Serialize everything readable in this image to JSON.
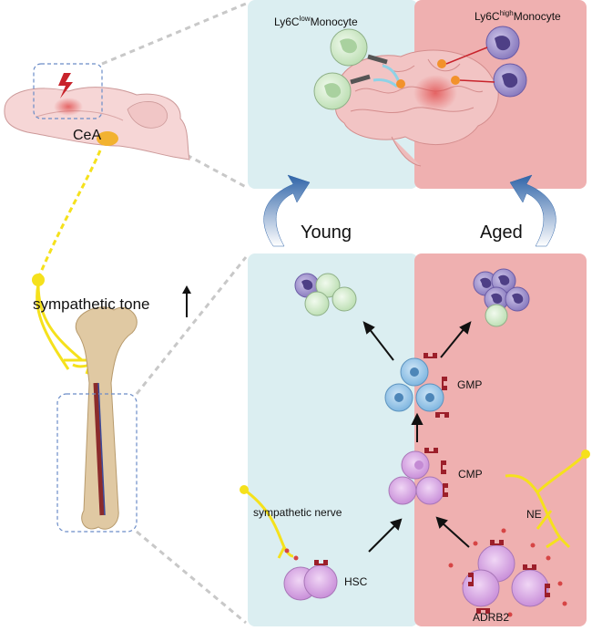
{
  "labels": {
    "ly6c_low_prefix": "Ly6C",
    "ly6c_low_sup": "low",
    "ly6c_low_suffix": "Monocyte",
    "ly6c_high_prefix": "Ly6C",
    "ly6c_high_sup": "high",
    "ly6c_high_suffix": "Monocyte",
    "cea": "CeA",
    "young": "Young",
    "aged": "Aged",
    "sympathetic_tone": "sympathetic tone",
    "sympathetic_tone_arrow": "↑",
    "gmp": "GMP",
    "cmp": "CMP",
    "hsc": "HSC",
    "sympathetic_nerve": "sympathetic nerve",
    "ne": "NE",
    "adrb2": "ADRB2"
  },
  "colors": {
    "young_panel": "#dbeef1",
    "aged_panel": "#efb0b0",
    "nerve": "#f5e11c",
    "progenitor_purple": "#d9a6e3",
    "gmp_blue": "#8fc3e8",
    "receptor_red": "#9c1f2a",
    "arrow_blue": "#2f64a8",
    "monocyte_green": "#d6ecd0",
    "monocyte_purple": "#9585c4",
    "brain_pink": "#f2c4c4",
    "bone_tan": "#e0c9a3",
    "cea_orange": "#f2b230"
  }
}
